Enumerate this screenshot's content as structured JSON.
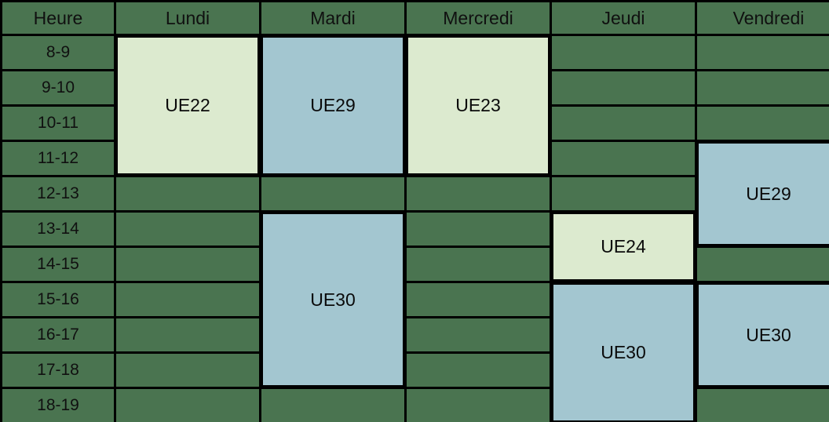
{
  "table": {
    "columns": [
      {
        "key": "heure",
        "label": "Heure"
      },
      {
        "key": "lundi",
        "label": "Lundi"
      },
      {
        "key": "mardi",
        "label": "Mardi"
      },
      {
        "key": "mercredi",
        "label": "Mercredi"
      },
      {
        "key": "jeudi",
        "label": "Jeudi"
      },
      {
        "key": "vendredi",
        "label": "Vendredi"
      }
    ],
    "hours": [
      "8-9",
      "9-10",
      "10-11",
      "11-12",
      "12-13",
      "13-14",
      "14-15",
      "15-16",
      "16-17",
      "17-18",
      "18-19"
    ]
  },
  "colors": {
    "header_background": "#4a7450",
    "empty_background": "#4a7450",
    "grid_line": "#000000",
    "event_green": "#dceacf",
    "event_blue": "#a3c6d0",
    "text": "#000000"
  },
  "events": [
    {
      "id": "lundi-ue22",
      "label": "UE22",
      "day": "Lundi",
      "start": "8-9",
      "end": "11-12",
      "color": "green"
    },
    {
      "id": "mardi-ue29",
      "label": "UE29",
      "day": "Mardi",
      "start": "8-9",
      "end": "11-12",
      "color": "blue"
    },
    {
      "id": "mardi-ue30",
      "label": "UE30",
      "day": "Mardi",
      "start": "13-14",
      "end": "17-18",
      "color": "blue"
    },
    {
      "id": "mercredi-ue23",
      "label": "UE23",
      "day": "Mercredi",
      "start": "8-9",
      "end": "11-12",
      "color": "green"
    },
    {
      "id": "jeudi-ue24",
      "label": "UE24",
      "day": "Jeudi",
      "start": "13-14",
      "end": "14-15",
      "color": "green"
    },
    {
      "id": "jeudi-ue30",
      "label": "UE30",
      "day": "Jeudi",
      "start": "15-16",
      "end": "18-19",
      "color": "blue"
    },
    {
      "id": "vendredi-ue29",
      "label": "UE29",
      "day": "Vendredi",
      "start": "11-12",
      "end": "13-14",
      "color": "blue"
    },
    {
      "id": "vendredi-ue30",
      "label": "UE30",
      "day": "Vendredi",
      "start": "15-16",
      "end": "17-18",
      "color": "blue"
    }
  ]
}
